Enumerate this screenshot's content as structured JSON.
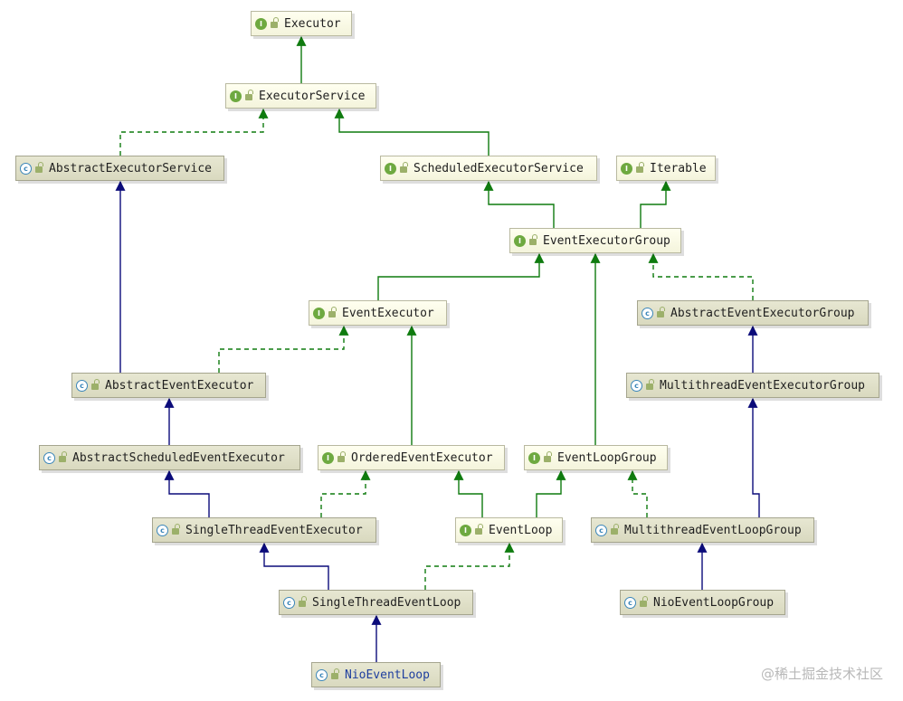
{
  "colors": {
    "interface_extends": "#0f7b0f",
    "class_extends": "#0b0b7a",
    "implements": "#0f7b0f"
  },
  "nodes": [
    {
      "id": "executor",
      "label": "Executor",
      "kind": "interface"
    },
    {
      "id": "executor-service",
      "label": "ExecutorService",
      "kind": "interface"
    },
    {
      "id": "abstract-executor-service",
      "label": "AbstractExecutorService",
      "kind": "class"
    },
    {
      "id": "scheduled-executor-service",
      "label": "ScheduledExecutorService",
      "kind": "interface"
    },
    {
      "id": "iterable",
      "label": "Iterable",
      "kind": "interface"
    },
    {
      "id": "event-executor-group",
      "label": "EventExecutorGroup",
      "kind": "interface"
    },
    {
      "id": "event-executor",
      "label": "EventExecutor",
      "kind": "interface"
    },
    {
      "id": "abstract-event-executor-group",
      "label": "AbstractEventExecutorGroup",
      "kind": "class"
    },
    {
      "id": "abstract-event-executor",
      "label": "AbstractEventExecutor",
      "kind": "class"
    },
    {
      "id": "multithread-event-executor-group",
      "label": "MultithreadEventExecutorGroup",
      "kind": "class"
    },
    {
      "id": "abstract-scheduled-event-executor",
      "label": "AbstractScheduledEventExecutor",
      "kind": "class"
    },
    {
      "id": "ordered-event-executor",
      "label": "OrderedEventExecutor",
      "kind": "interface"
    },
    {
      "id": "event-loop-group",
      "label": "EventLoopGroup",
      "kind": "interface"
    },
    {
      "id": "single-thread-event-executor",
      "label": "SingleThreadEventExecutor",
      "kind": "class"
    },
    {
      "id": "event-loop",
      "label": "EventLoop",
      "kind": "interface"
    },
    {
      "id": "multithread-event-loop-group",
      "label": "MultithreadEventLoopGroup",
      "kind": "class"
    },
    {
      "id": "single-thread-event-loop",
      "label": "SingleThreadEventLoop",
      "kind": "class"
    },
    {
      "id": "nio-event-loop-group",
      "label": "NioEventLoopGroup",
      "kind": "class"
    },
    {
      "id": "nio-event-loop",
      "label": "NioEventLoop",
      "kind": "class",
      "selected": true
    }
  ],
  "edges": [
    {
      "from": "executor-service",
      "to": "executor",
      "type": "interface_extends"
    },
    {
      "from": "abstract-executor-service",
      "to": "executor-service",
      "type": "implements"
    },
    {
      "from": "scheduled-executor-service",
      "to": "executor-service",
      "type": "interface_extends"
    },
    {
      "from": "event-executor-group",
      "to": "scheduled-executor-service",
      "type": "interface_extends"
    },
    {
      "from": "event-executor-group",
      "to": "iterable",
      "type": "interface_extends"
    },
    {
      "from": "event-executor",
      "to": "event-executor-group",
      "type": "interface_extends"
    },
    {
      "from": "abstract-event-executor-group",
      "to": "event-executor-group",
      "type": "implements"
    },
    {
      "from": "abstract-event-executor",
      "to": "abstract-executor-service",
      "type": "class_extends"
    },
    {
      "from": "abstract-event-executor",
      "to": "event-executor",
      "type": "implements"
    },
    {
      "from": "multithread-event-executor-group",
      "to": "abstract-event-executor-group",
      "type": "class_extends"
    },
    {
      "from": "abstract-scheduled-event-executor",
      "to": "abstract-event-executor",
      "type": "class_extends"
    },
    {
      "from": "ordered-event-executor",
      "to": "event-executor",
      "type": "interface_extends"
    },
    {
      "from": "event-loop-group",
      "to": "event-executor-group",
      "type": "interface_extends"
    },
    {
      "from": "single-thread-event-executor",
      "to": "abstract-scheduled-event-executor",
      "type": "class_extends"
    },
    {
      "from": "single-thread-event-executor",
      "to": "ordered-event-executor",
      "type": "implements"
    },
    {
      "from": "event-loop",
      "to": "ordered-event-executor",
      "type": "interface_extends"
    },
    {
      "from": "event-loop",
      "to": "event-loop-group",
      "type": "interface_extends"
    },
    {
      "from": "multithread-event-loop-group",
      "to": "multithread-event-executor-group",
      "type": "class_extends"
    },
    {
      "from": "multithread-event-loop-group",
      "to": "event-loop-group",
      "type": "implements"
    },
    {
      "from": "single-thread-event-loop",
      "to": "single-thread-event-executor",
      "type": "class_extends"
    },
    {
      "from": "single-thread-event-loop",
      "to": "event-loop",
      "type": "implements"
    },
    {
      "from": "nio-event-loop-group",
      "to": "multithread-event-loop-group",
      "type": "class_extends"
    },
    {
      "from": "nio-event-loop",
      "to": "single-thread-event-loop",
      "type": "class_extends"
    }
  ],
  "watermark": "@稀土掘金技术社区"
}
